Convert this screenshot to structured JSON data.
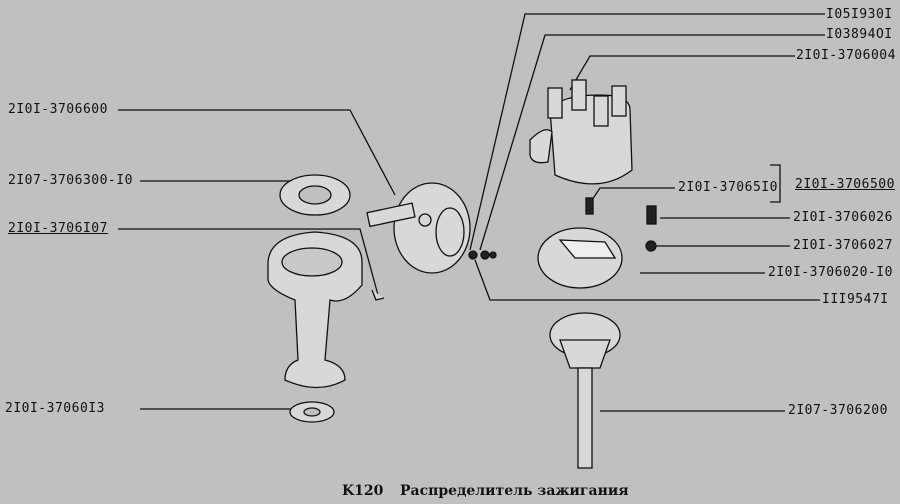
{
  "parts": {
    "p1": "I05I930I",
    "p2": "I03894OI",
    "p3": "2I0I-3706004",
    "p4": "2I0I-3706600",
    "p5": "2I07-3706300-I0",
    "p6": "2I0I-3706I07",
    "p7": "2I0I-37065I0",
    "p8": "2I0I-3706500",
    "p9": "2I0I-3706026",
    "p10": "2I0I-3706027",
    "p11": "2I0I-3706020-I0",
    "p12": "III9547I",
    "p13": "2I0I-37060I3",
    "p14": "2I07-3706200"
  },
  "caption": {
    "code": "K120",
    "title": "Распределитель зажигания"
  }
}
